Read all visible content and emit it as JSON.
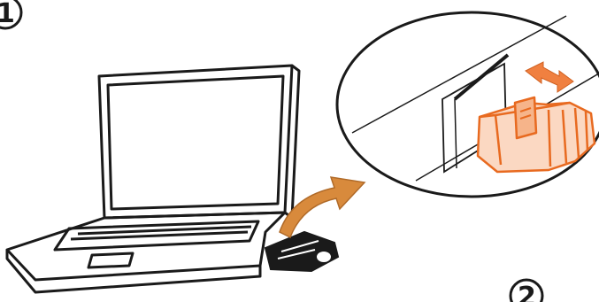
{
  "steps": [
    {
      "number": "1"
    },
    {
      "number": "2"
    }
  ],
  "colors": {
    "line": "#1a1a1a",
    "accent": "#f08040",
    "accent_light": "#f6b48a",
    "arrow": "#d88a3c"
  },
  "icons": [
    "laptop-icon",
    "usb-dongle-icon",
    "curved-arrow-icon",
    "magnifier-circle",
    "double-arrow-icon",
    "usb-port-icon",
    "usb-modem-icon"
  ]
}
